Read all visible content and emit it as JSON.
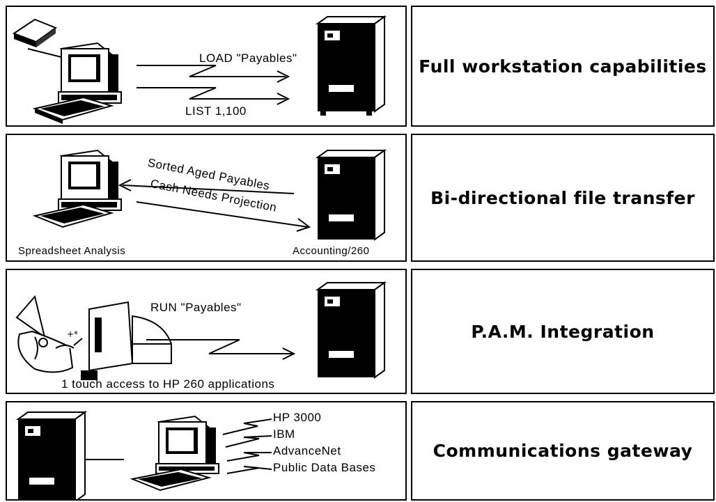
{
  "rows": [
    {
      "caption": "Full workstation capabilities",
      "labels": {
        "top": "LOAD \"Payables\"",
        "bottom": "LIST 1,100"
      }
    },
    {
      "caption": "Bi-directional file transfer",
      "labels": {
        "arrow1": "Sorted Aged Payables",
        "arrow2": "Cash Needs Projection",
        "left": "Spreadsheet Analysis",
        "right": "Accounting/260"
      }
    },
    {
      "caption": "P.A.M. Integration",
      "labels": {
        "command": "RUN \"Payables\"",
        "bottom": "1 touch access to HP 260 applications"
      }
    },
    {
      "caption": "Communications gateway",
      "labels": {
        "net1": "HP 3000",
        "net2": "IBM",
        "net3": "AdvanceNet",
        "net4": "Public Data Bases"
      }
    }
  ],
  "icons": [
    "workstation-icon",
    "server-tower-icon",
    "printer-icon",
    "wizard-icon",
    "lightning-arrow-icon"
  ]
}
